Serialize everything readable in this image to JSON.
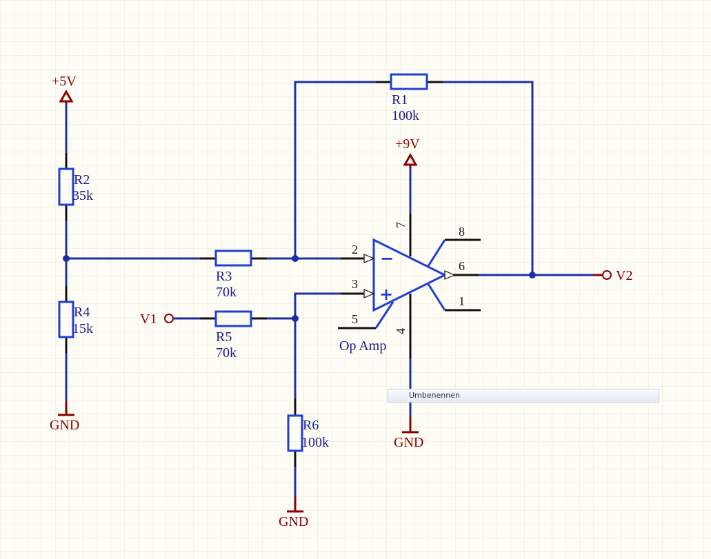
{
  "colors": {
    "wire": "#1e2fa5",
    "component": "#1f3fcf",
    "power": "#8b0000",
    "pin": "#111111",
    "grid": "#ece9dc",
    "background": "#fdfcf5"
  },
  "power": {
    "plus5": "+5V",
    "plus9": "+9V",
    "gnd": "GND"
  },
  "resistors": {
    "r1": {
      "ref": "R1",
      "value": "100k"
    },
    "r2": {
      "ref": "R2",
      "value": "35k"
    },
    "r3": {
      "ref": "R3",
      "value": "70k"
    },
    "r4": {
      "ref": "R4",
      "value": "15k"
    },
    "r5": {
      "ref": "R5",
      "value": "70k"
    },
    "r6": {
      "ref": "R6",
      "value": "100k"
    }
  },
  "ports": {
    "v1": "V1",
    "v2": "V2"
  },
  "opamp": {
    "label": "Op Amp",
    "minus_symbol": "−",
    "plus_symbol": "+",
    "pins": {
      "p1": "1",
      "p2": "2",
      "p3": "3",
      "p4": "4",
      "p5": "5",
      "p6": "6",
      "p7": "7",
      "p8": "8"
    }
  },
  "tooltip": {
    "text": "Umbenennen"
  }
}
